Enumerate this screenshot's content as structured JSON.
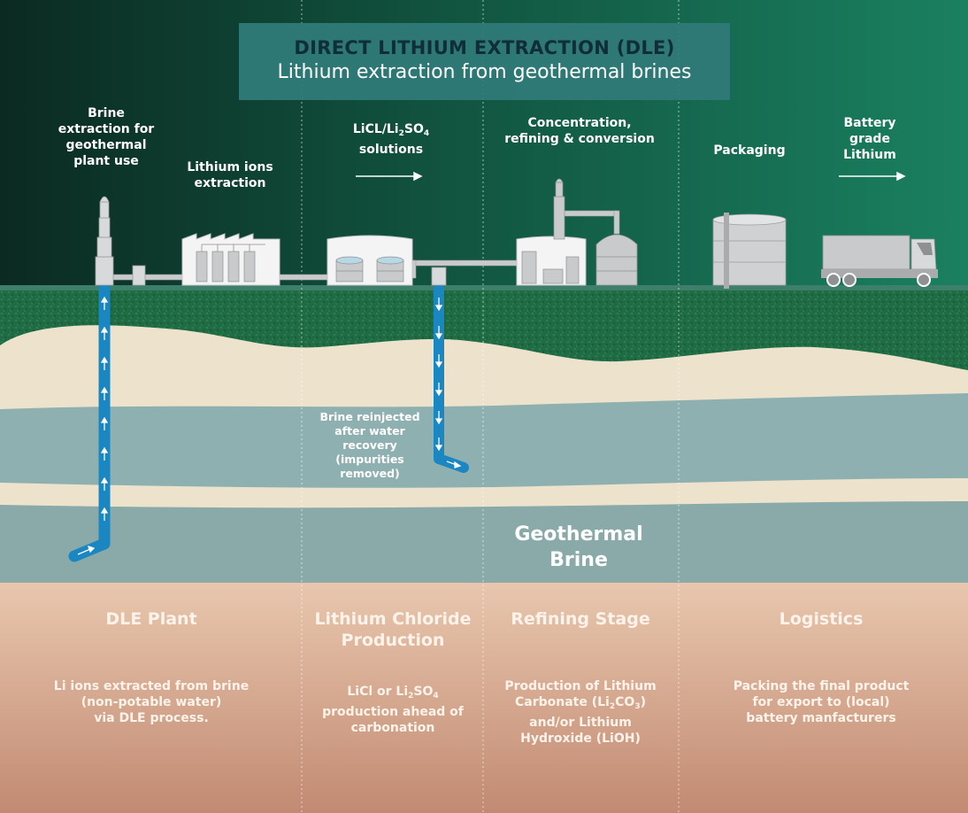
{
  "header": {
    "title": "DIRECT LITHIUM EXTRACTION (DLE)",
    "subtitle": "Lithium extraction from geothermal brines"
  },
  "process_labels": {
    "brine_extraction": [
      "Brine",
      "extraction for",
      "geothermal",
      "plant use"
    ],
    "lithium_ions": [
      "Lithium ions",
      "extraction"
    ],
    "solutions_line1_pre": "LiCL/Li",
    "solutions_line1_sub1": "2",
    "solutions_line1_mid": "SO",
    "solutions_line1_sub2": "4",
    "solutions_line2": "solutions",
    "concentration": [
      "Concentration,",
      "refining & conversion"
    ],
    "packaging": "Packaging",
    "battery": [
      "Battery",
      "grade",
      "Lithium"
    ]
  },
  "underground": {
    "reinjection": [
      "Brine reinjected",
      "after water",
      "recovery",
      "(impurities",
      "removed)"
    ],
    "geothermal_brine": [
      "Geothermal",
      "Brine"
    ]
  },
  "stages": [
    {
      "heading": [
        "DLE Plant"
      ],
      "description": [
        "Li ions extracted from brine",
        "(non-potable water)",
        "via DLE process."
      ]
    },
    {
      "heading": [
        "Lithium Chloride",
        "Production"
      ],
      "description_line1_pre": "LiCl or Li",
      "description_line1_sub1": "2",
      "description_line1_mid": "SO",
      "description_line1_sub2": "4",
      "description": [
        "production ahead of",
        "carbonation"
      ]
    },
    {
      "heading": [
        "Refining Stage"
      ],
      "description_line1": "Production of Lithium",
      "description_line2_pre": "Carbonate (Li",
      "description_line2_sub1": "2",
      "description_line2_mid": "CO",
      "description_line2_sub2": "3",
      "description_line2_post": ")",
      "description": [
        "and/or Lithium",
        "Hydroxide (LiOH)"
      ]
    },
    {
      "heading": [
        "Logistics"
      ],
      "description": [
        "Packing the final product",
        "for export to (local)",
        "battery manfacturers"
      ]
    }
  ],
  "colors": {
    "sky_dark": "#0b2a22",
    "sky_light": "#1a8060",
    "grass": "#1f6b43",
    "sand": "#ede2cc",
    "brine_layer": "#8fb0b0",
    "soil_top": "#e8c7ae",
    "soil_bottom": "#c28a72",
    "pipe": "#1a86c2"
  }
}
